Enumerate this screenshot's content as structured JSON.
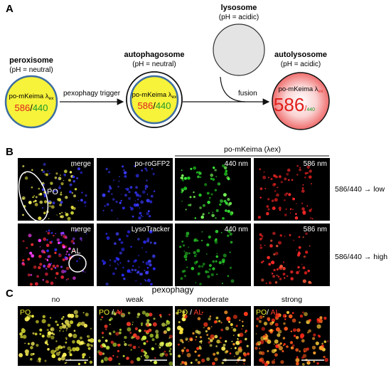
{
  "panelA": {
    "letter": "A",
    "peroxisome": {
      "title": "peroxisome",
      "ph": "(pH = neutral)",
      "probe": "po-mKeima λ",
      "probe_sub": "ex",
      "v586": "586",
      "slash": "/",
      "v440": "440"
    },
    "trigger": "pexophagy trigger",
    "autophagosome": {
      "title": "autophagosome",
      "ph": "(pH = neutral)",
      "probe": "po-mKeima λ",
      "probe_sub": "ex",
      "v586": "586",
      "slash": "/",
      "v440": "440"
    },
    "lysosome": {
      "title": "lysosome",
      "ph": "(pH = acidic)"
    },
    "fusion": "fusion",
    "autolysosome": {
      "title": "autolysosome",
      "ph": "(pH = acidic)",
      "probe": "po-mKeima λ",
      "probe_sub": "ex",
      "v586": "586",
      "slash": "/",
      "v440": "440"
    }
  },
  "panelB": {
    "letter": "B",
    "header": "po-mKeima (λex)",
    "row1": {
      "labels": [
        "merge",
        "po-roGFP2",
        "440 nm",
        "586 nm"
      ],
      "annotation": "PO",
      "ratio": "586/440 → low"
    },
    "row2": {
      "labels": [
        "merge",
        "LysoTracker",
        "440 nm",
        "586 nm"
      ],
      "annotation": "AL",
      "ratio": "586/440 → high"
    }
  },
  "panelC": {
    "letter": "C",
    "title": "pexophagy",
    "columns": [
      {
        "label": "no",
        "po": "PO",
        "sep": "",
        "al": ""
      },
      {
        "label": "weak",
        "po": "PO",
        "sep": " / ",
        "al": "AL"
      },
      {
        "label": "moderate",
        "po": "PO",
        "sep": " / ",
        "al": "AL"
      },
      {
        "label": "strong",
        "po": "PO",
        "sep": "/ ",
        "al": "AL"
      }
    ]
  },
  "colors": {
    "yellow_fill": "#f7f23a",
    "blue_outline": "#3d6ea0",
    "red_text": "#e0201c",
    "green_text": "#1e9a2a",
    "lysosome_fill": "#e4e4e4"
  }
}
